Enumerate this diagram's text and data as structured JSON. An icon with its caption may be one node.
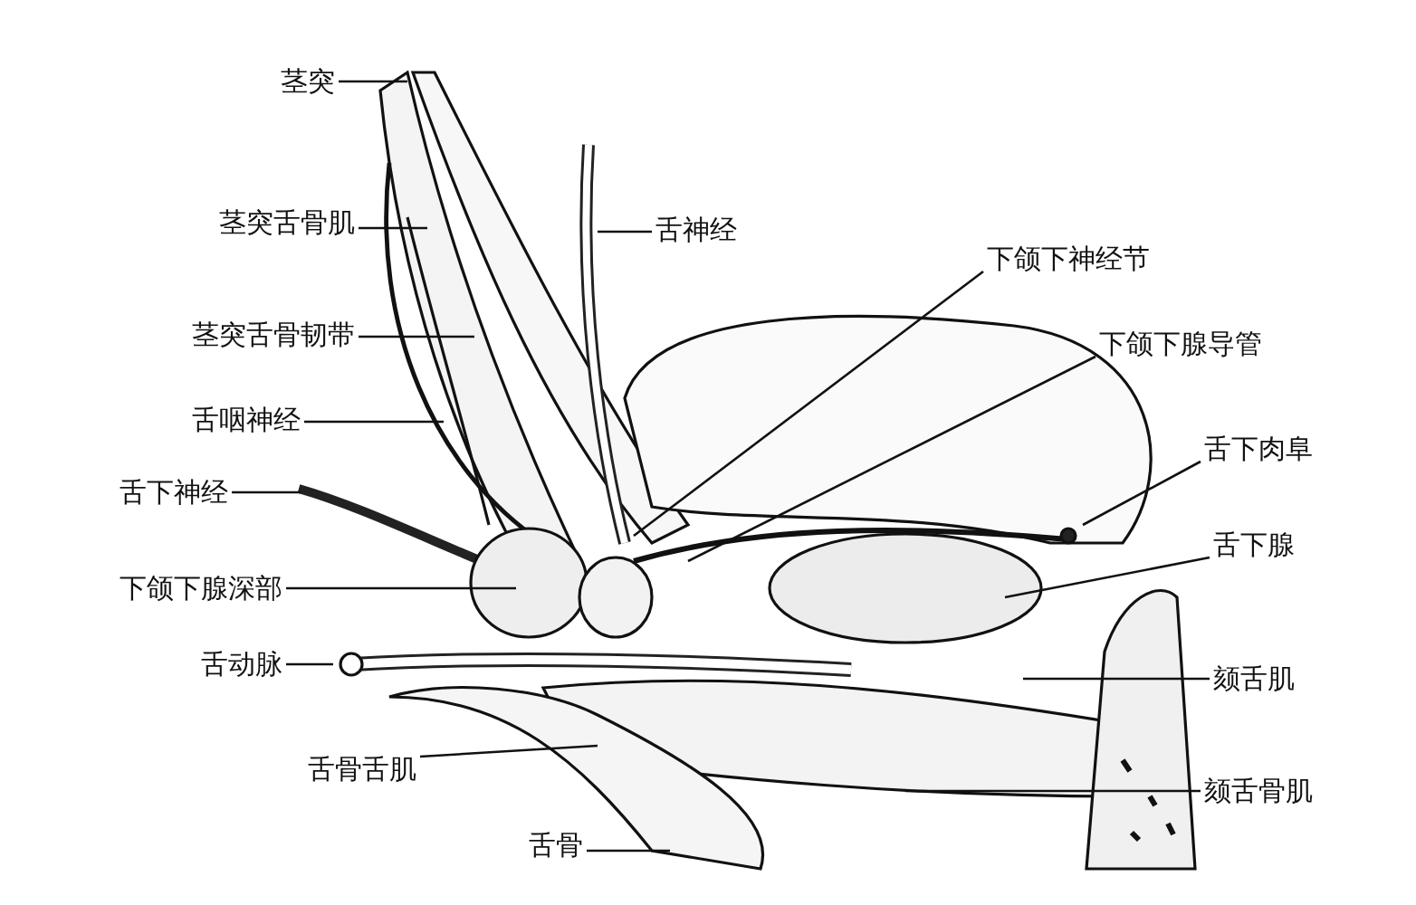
{
  "diagram": {
    "nodes": [
      {
        "text": [
          "茎突"
        ]
      },
      {
        "text": [
          "茎突舌骨肌"
        ]
      },
      {
        "text": [
          "舌神经"
        ]
      },
      {
        "text": [
          "下颌下神经节"
        ]
      },
      {
        "text": [
          "茎突舌骨韧带"
        ]
      },
      {
        "text": [
          "下颌下腺导管"
        ]
      },
      {
        "text": [
          "舌咽神经"
        ]
      },
      {
        "text": [
          "舌下肉阜"
        ]
      },
      {
        "text": [
          "舌下神经"
        ]
      },
      {
        "text": [
          "舌下腺"
        ]
      },
      {
        "text": [
          "下颌下腺深部"
        ]
      },
      {
        "text": [
          "舌动脉"
        ]
      },
      {
        "text": [
          "颏舌肌"
        ]
      },
      {
        "text": [
          "舌骨舌肌"
        ]
      },
      {
        "text": [
          "颏舌骨肌"
        ]
      },
      {
        "text": [
          "舌骨"
        ]
      }
    ],
    "edges": [
      {
        "from": 0,
        "to": null,
        "arrow": "none"
      },
      {
        "from": 1,
        "to": null,
        "arrow": "none"
      },
      {
        "from": 2,
        "to": null,
        "arrow": "none"
      },
      {
        "from": 3,
        "to": null,
        "arrow": "none"
      },
      {
        "from": 4,
        "to": null,
        "arrow": "none"
      },
      {
        "from": 5,
        "to": null,
        "arrow": "none"
      },
      {
        "from": 6,
        "to": null,
        "arrow": "none"
      },
      {
        "from": 7,
        "to": null,
        "arrow": "none"
      },
      {
        "from": 8,
        "to": null,
        "arrow": "none"
      },
      {
        "from": 9,
        "to": null,
        "arrow": "none"
      },
      {
        "from": 10,
        "to": null,
        "arrow": "none"
      },
      {
        "from": 11,
        "to": null,
        "arrow": "none"
      },
      {
        "from": 12,
        "to": null,
        "arrow": "none"
      },
      {
        "from": 13,
        "to": null,
        "arrow": "none"
      },
      {
        "from": 14,
        "to": null,
        "arrow": "none"
      },
      {
        "from": 15,
        "to": null,
        "arrow": "none"
      }
    ]
  }
}
